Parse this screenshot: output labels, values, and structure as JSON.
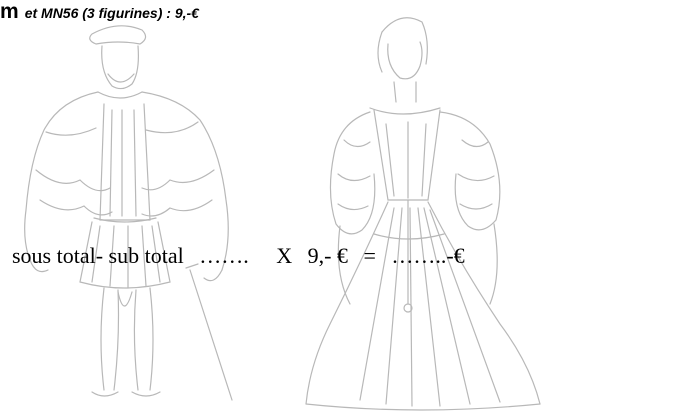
{
  "header": {
    "title_fragment": "m",
    "subtitle": "et MN56 (3 figurines) : 9,-€"
  },
  "figures": {
    "left": "man-figure-illustration",
    "right": "woman-figure-illustration",
    "line_color": "#b8b8b8"
  },
  "order_line": {
    "label": "sous  total-  sub total",
    "qty_blank": "…….",
    "multiplier": "X",
    "price": "9,- €",
    "equals": "=",
    "total_blank": "……..-€"
  }
}
